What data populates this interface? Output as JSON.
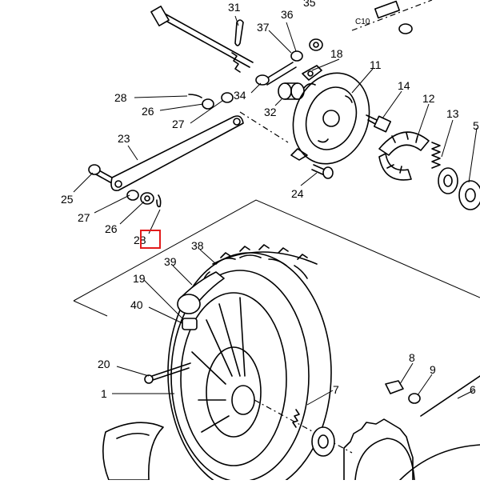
{
  "diagram": {
    "callouts": {
      "c31": "31",
      "c36": "36",
      "c35": "35",
      "c37": "37",
      "c18": "18",
      "c11": "11",
      "c34": "34",
      "c32": "32",
      "c28a": "28",
      "c26a": "26",
      "c27a": "27",
      "c14": "14",
      "c12": "12",
      "c13": "13",
      "c5": "5",
      "c23": "23",
      "c25": "25",
      "c27b": "27",
      "c26b": "26",
      "c28b": "28",
      "c24": "24",
      "c38": "38",
      "c39": "39",
      "c19": "19",
      "c40": "40",
      "c20": "20",
      "c1": "1",
      "c7": "7",
      "c8": "8",
      "c9": "9",
      "c6": "6"
    },
    "tag_text": "C10",
    "highlight_color": "#e21b1b"
  }
}
